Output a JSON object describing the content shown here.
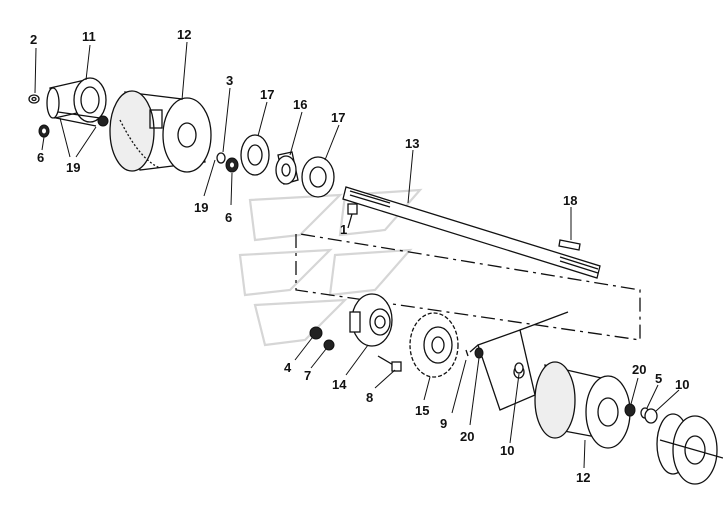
{
  "callouts": [
    "1",
    "2",
    "3",
    "4",
    "5",
    "6",
    "7",
    "8",
    "9",
    "10",
    "11",
    "12",
    "13",
    "14",
    "15",
    "16",
    "17",
    "18",
    "19",
    "20"
  ],
  "labels": {
    "l2": "2",
    "l11": "11",
    "l12a": "12",
    "l3": "3",
    "l17a": "17",
    "l16": "16",
    "l17b": "17",
    "l6a": "6",
    "l19a": "19",
    "l19b": "19",
    "l6b": "6",
    "l13": "13",
    "l1": "1",
    "l18": "18",
    "l4": "4",
    "l7": "7",
    "l14": "14",
    "l8": "8",
    "l15": "15",
    "l9": "9",
    "l20a": "20",
    "l10a": "10",
    "l12b": "12",
    "l20b": "20",
    "l5": "5",
    "l10b": "10"
  }
}
